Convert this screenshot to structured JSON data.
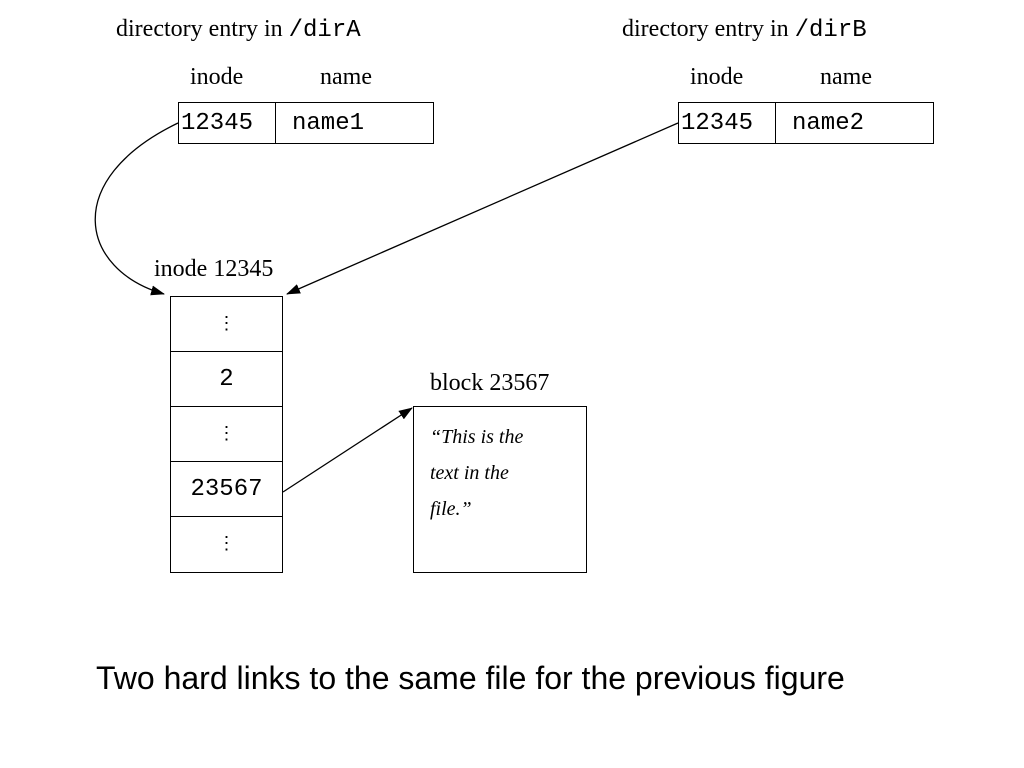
{
  "dirA": {
    "heading_prefix": "directory entry in",
    "heading_path": "/dirA",
    "col_inode": "inode",
    "col_name": "name",
    "inode": "12345",
    "name": "name1"
  },
  "dirB": {
    "heading_prefix": "directory entry in",
    "heading_path": "/dirB",
    "col_inode": "inode",
    "col_name": "name",
    "inode": "12345",
    "name": "name2"
  },
  "inode_table": {
    "label": "inode 12345",
    "rows": [
      "⋮",
      "2",
      "⋮",
      "23567",
      "⋮"
    ]
  },
  "block": {
    "label": "block 23567",
    "line1": "“This is the",
    "line2": "text in the",
    "line3": "file.”"
  },
  "caption": "Two hard links to the same file for the previous figure"
}
